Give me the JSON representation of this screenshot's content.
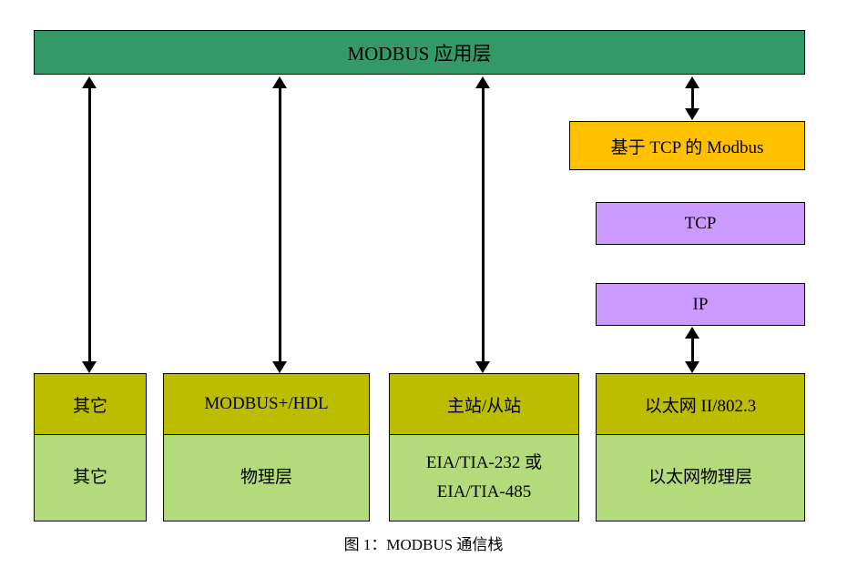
{
  "diagram": {
    "application_layer": "MODBUS 应用层",
    "tcp_modbus": "基于 TCP 的 Modbus",
    "tcp": "TCP",
    "ip": "IP",
    "columns": [
      {
        "top": "其它",
        "bottom_lines": [
          "其它"
        ]
      },
      {
        "top": "MODBUS+/HDL",
        "bottom_lines": [
          "物理层"
        ]
      },
      {
        "top": "主站/从站",
        "bottom_lines": [
          "EIA/TIA-232 或",
          "EIA/TIA-485"
        ]
      },
      {
        "top": "以太网 II/802.3",
        "bottom_lines": [
          "以太网物理层"
        ]
      }
    ],
    "caption": "图 1：MODBUS 通信栈",
    "colors": {
      "top_bar_green": "#339966",
      "olive": "#BDBD00",
      "light_green": "#B3DB7B",
      "orange": "#FFC000",
      "purple": "#CC99FF",
      "arrow_black": "#000000"
    }
  }
}
